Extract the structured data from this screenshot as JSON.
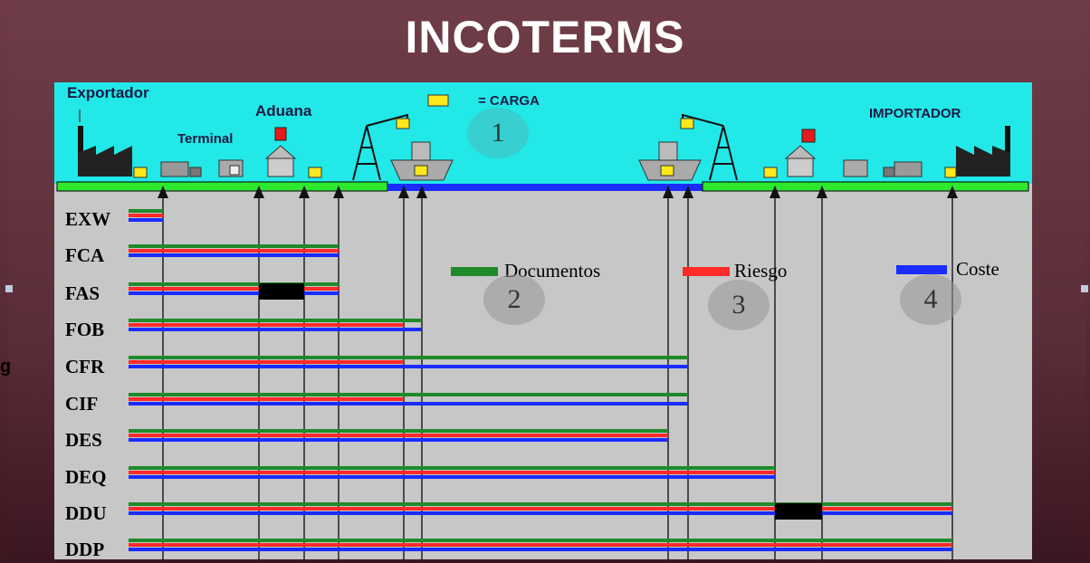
{
  "title": "INCOTERMS",
  "cut_off_label": "g",
  "top_labels": {
    "exportador": "Exportador",
    "aduana": "Aduana",
    "terminal": "Terminal",
    "carga": "= CARGA",
    "importador": "IMPORTADOR"
  },
  "legend": [
    {
      "label": "Documentos",
      "color": "#1f8a2a",
      "number": "2"
    },
    {
      "label": "Riesgo",
      "color": "#ff2a2a",
      "number": "3"
    },
    {
      "label": "Coste",
      "color": "#1a2cff",
      "number": "4"
    }
  ],
  "circle_1": "1",
  "colors": {
    "documentos": "#1f8a2a",
    "riesgo": "#ff2a2a",
    "coste": "#1a2cff",
    "sky": "#22e8e8",
    "panel": "#c7c7c7"
  },
  "terms": [
    {
      "name": "EXW"
    },
    {
      "name": "FCA"
    },
    {
      "name": "FAS"
    },
    {
      "name": "FOB"
    },
    {
      "name": "CFR"
    },
    {
      "name": "CIF"
    },
    {
      "name": "DES"
    },
    {
      "name": "DEQ"
    },
    {
      "name": "DDU"
    },
    {
      "name": "DDP"
    }
  ]
}
